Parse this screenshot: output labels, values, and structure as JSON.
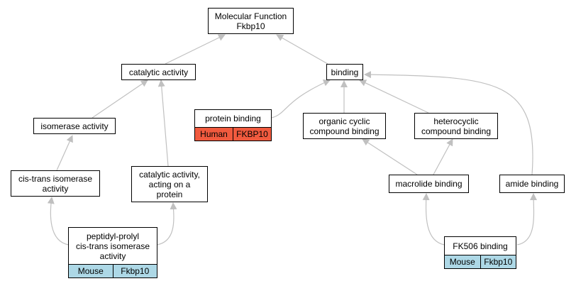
{
  "colors": {
    "edge": "#c0c0c0",
    "human": "#f15a3e",
    "mouse": "#add8e6",
    "node_border": "#000000"
  },
  "nodes": {
    "root": "Molecular Function\nFkbp10",
    "catalytic": "catalytic activity",
    "binding": "binding",
    "isomerase": "isomerase activity",
    "cistrans": "cis-trans isomerase\nactivity",
    "catalytic_protein": "catalytic activity,\nacting on a\nprotein",
    "organic": "organic cyclic\ncompound binding",
    "heterocyclic": "heterocyclic\ncompound binding",
    "macrolide": "macrolide binding",
    "amide": "amide binding"
  },
  "annotated": {
    "protein_binding": {
      "title": "protein binding",
      "species": "Human",
      "gene": "FKBP10"
    },
    "ppi": {
      "title": "peptidyl-prolyl\ncis-trans isomerase\nactivity",
      "species": "Mouse",
      "gene": "Fkbp10"
    },
    "fk506": {
      "title": "FK506 binding",
      "species": "Mouse",
      "gene": "Fkbp10"
    }
  }
}
